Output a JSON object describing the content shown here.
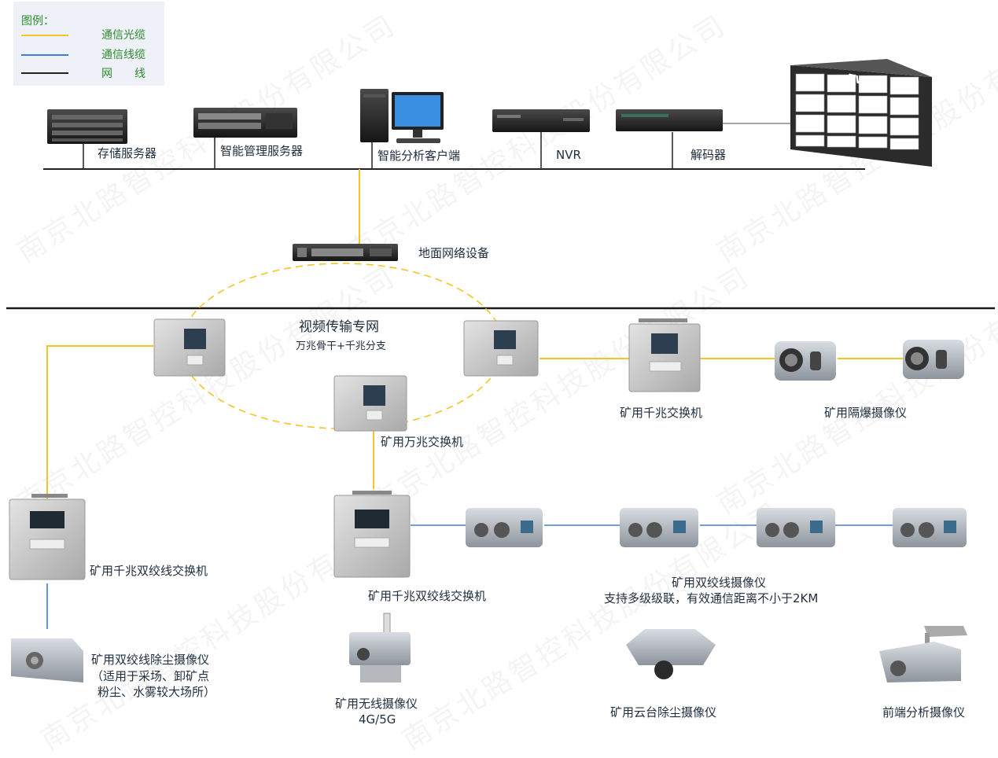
{
  "legend": {
    "title": "图例：",
    "items": [
      {
        "label": "通信光缆",
        "color": "#f5c426"
      },
      {
        "label": "通信线缆",
        "color": "#3e7fd0"
      },
      {
        "label": "网　　线",
        "color": "#222222"
      }
    ]
  },
  "watermark": "南京北路智控科技股份有限公司",
  "labels": {
    "storage_server": "存储服务器",
    "mgmt_server": "智能管理服务器",
    "analysis_client": "智能分析客户端",
    "nvr": "NVR",
    "decoder": "解码器",
    "tv": "TV",
    "ground_net": "地面网络设备",
    "ring_title": "视频传输专网",
    "ring_sub": "万兆骨干+千兆分支",
    "gig_switch_top": "矿用千兆交换机",
    "explosion_cam": "矿用隔爆摄像仪",
    "tengig_switch": "矿用万兆交换机",
    "twisted_switch_left": "矿用千兆双绞线交换机",
    "twisted_switch_mid": "矿用千兆双绞线交换机",
    "twisted_cam": "矿用双绞线摄像仪",
    "twisted_cam_note": "支持多级级联，有效通信距离不小于2KM",
    "dust_cam_line1": "矿用双绞线除尘摄像仪",
    "dust_cam_line2": "（适用于采场、卸矿点",
    "dust_cam_line3": "粉尘、水雾较大场所）",
    "wireless_cam": "矿用无线摄像仪",
    "wireless_cam_band": "4G/5G",
    "ptz_cam": "矿用云台除尘摄像仪",
    "edge_cam": "前端分析摄像仪"
  }
}
